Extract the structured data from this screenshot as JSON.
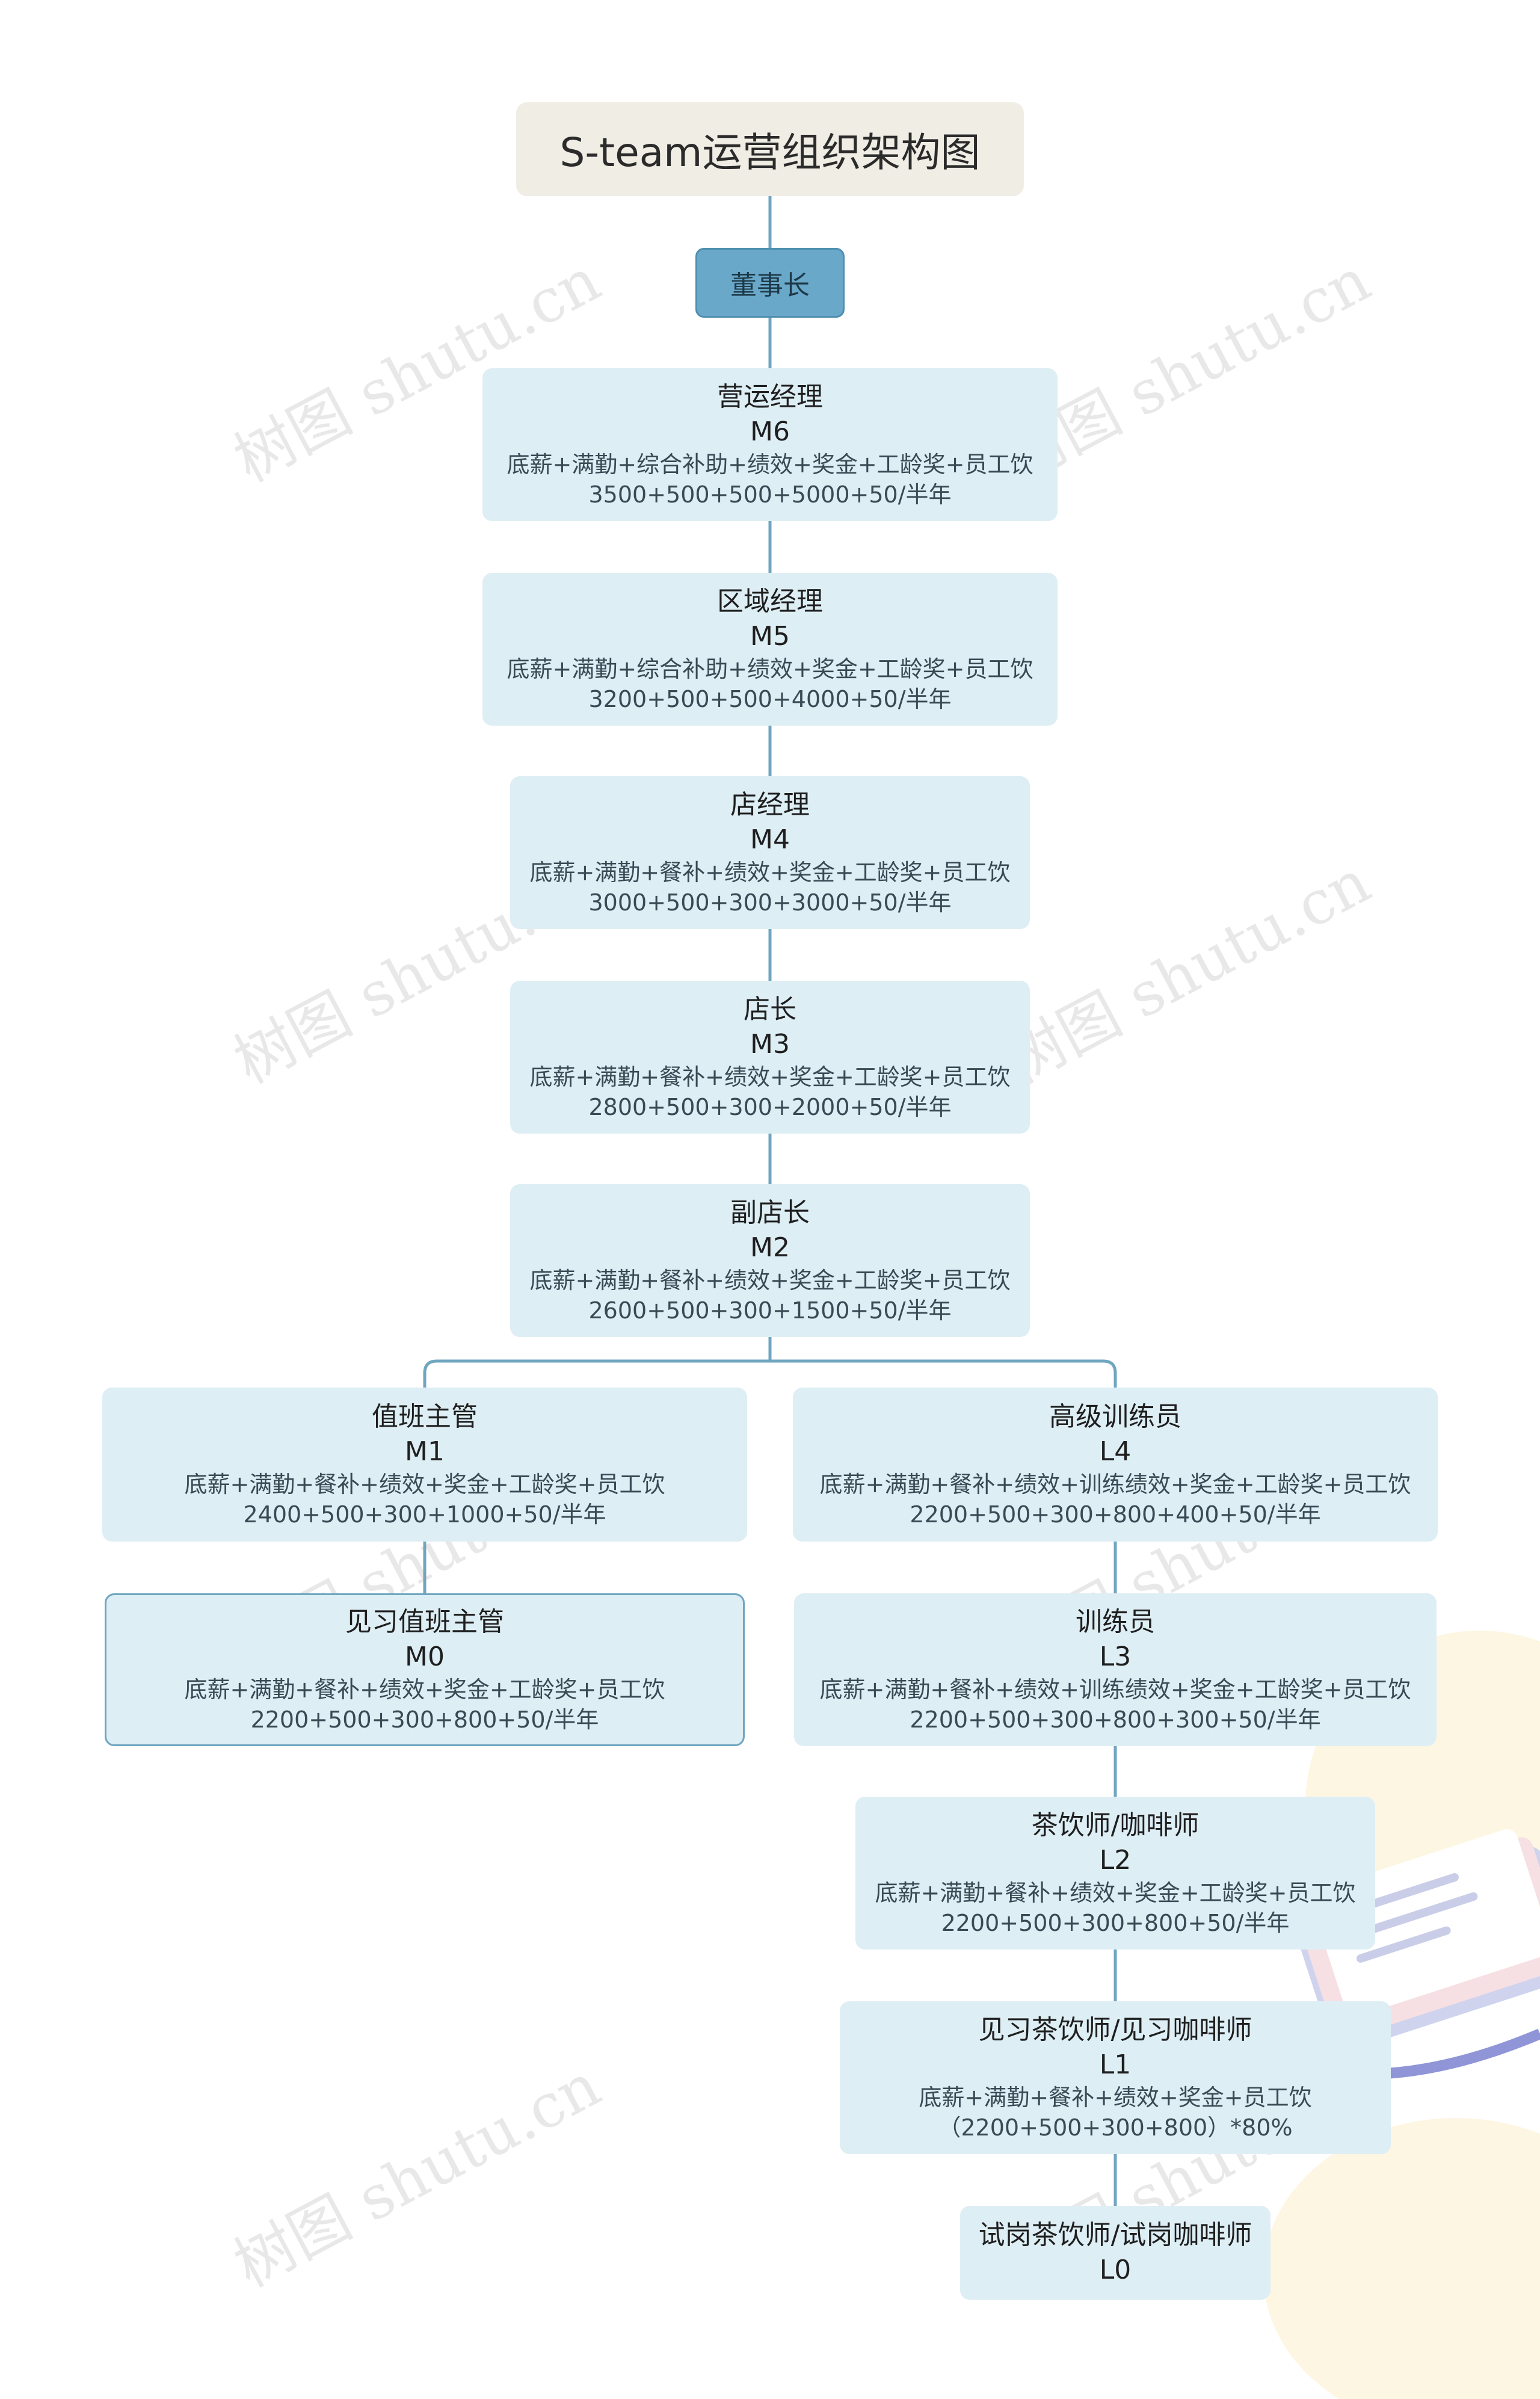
{
  "title": "S-team运营组织架构图",
  "chairman": "董事长",
  "watermark": "树图 shutu.cn",
  "colors": {
    "node_fill": "#deeef5",
    "root_fill": "#efede4",
    "chairman_fill": "#6aa8c9",
    "connector": "#6fa6c0"
  },
  "nodes": {
    "m6": {
      "name": "营运经理",
      "level": "M6",
      "formula": "底薪+满勤+综合补助+绩效+奖金+工龄奖+员工饮",
      "values": "3500+500+500+5000+50/半年"
    },
    "m5": {
      "name": "区域经理",
      "level": "M5",
      "formula": "底薪+满勤+综合补助+绩效+奖金+工龄奖+员工饮",
      "values": "3200+500+500+4000+50/半年"
    },
    "m4": {
      "name": "店经理",
      "level": "M4",
      "formula": "底薪+满勤+餐补+绩效+奖金+工龄奖+员工饮",
      "values": "3000+500+300+3000+50/半年"
    },
    "m3": {
      "name": "店长",
      "level": "M3",
      "formula": "底薪+满勤+餐补+绩效+奖金+工龄奖+员工饮",
      "values": "2800+500+300+2000+50/半年"
    },
    "m2": {
      "name": "副店长",
      "level": "M2",
      "formula": "底薪+满勤+餐补+绩效+奖金+工龄奖+员工饮",
      "values": "2600+500+300+1500+50/半年"
    },
    "m1": {
      "name": "值班主管",
      "level": "M1",
      "formula": "底薪+满勤+餐补+绩效+奖金+工龄奖+员工饮",
      "values": "2400+500+300+1000+50/半年"
    },
    "m0": {
      "name": "见习值班主管",
      "level": "M0",
      "formula": "底薪+满勤+餐补+绩效+奖金+工龄奖+员工饮",
      "values": "2200+500+300+800+50/半年"
    },
    "l4": {
      "name": "高级训练员",
      "level": "L4",
      "formula": "底薪+满勤+餐补+绩效+训练绩效+奖金+工龄奖+员工饮",
      "values": "2200+500+300+800+400+50/半年"
    },
    "l3": {
      "name": "训练员",
      "level": "L3",
      "formula": "底薪+满勤+餐补+绩效+训练绩效+奖金+工龄奖+员工饮",
      "values": "2200+500+300+800+300+50/半年"
    },
    "l2": {
      "name": "茶饮师/咖啡师",
      "level": "L2",
      "formula": "底薪+满勤+餐补+绩效+奖金+工龄奖+员工饮",
      "values": "2200+500+300+800+50/半年"
    },
    "l1": {
      "name": "见习茶饮师/见习咖啡师",
      "level": "L1",
      "formula": "底薪+满勤+餐补+绩效+奖金+员工饮",
      "values": "（2200+500+300+800）*80%"
    },
    "l0": {
      "name": "试岗茶饮师/试岗咖啡师",
      "level": "L0"
    }
  }
}
